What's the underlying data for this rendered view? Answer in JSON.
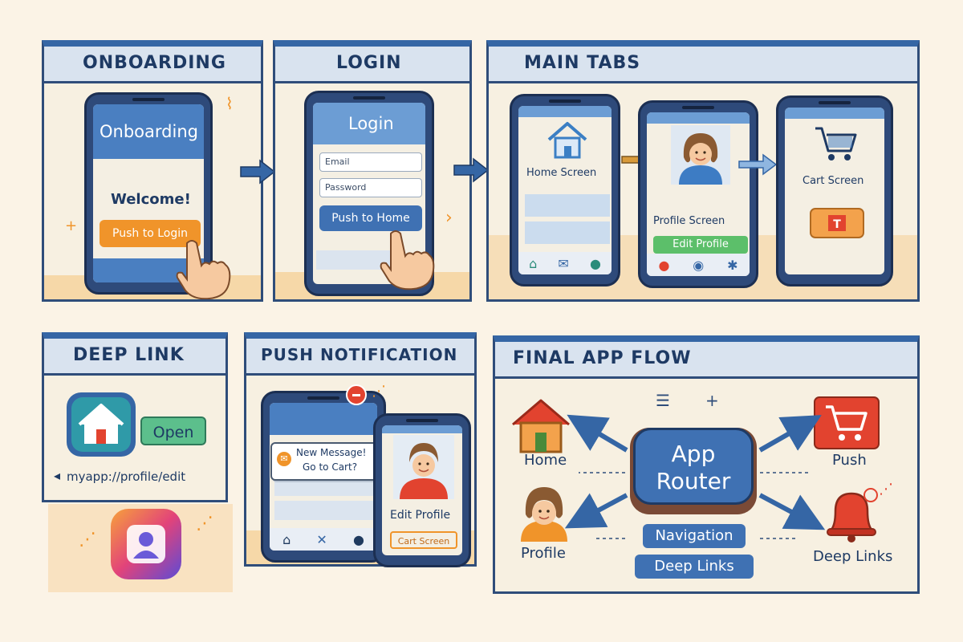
{
  "panels": {
    "onboarding": {
      "title": "ONBOARDING",
      "screen_title": "Onboarding",
      "welcome": "Welcome!",
      "button": "Push to Login"
    },
    "login": {
      "title": "LOGIN",
      "screen_title": "Login",
      "email_placeholder": "Email",
      "password_placeholder": "Password",
      "button": "Push to Home"
    },
    "main_tabs": {
      "title": "MAIN TABS",
      "home_label": "Home Screen",
      "profile_label": "Profile Screen",
      "profile_button": "Edit Profile",
      "cart_label": "Cart Screen"
    },
    "deep_link": {
      "title": "DEEP LINK",
      "open_label": "Open",
      "url": "myapp://profile/edit"
    },
    "push_notification": {
      "title": "PUSH NOTIFICATION",
      "notification_line1": "New Message!",
      "notification_line2": "Go to Cart?",
      "edit_profile_label": "Edit Profile",
      "cart_button": "Cart Screen"
    },
    "final_flow": {
      "title": "FINAL APP FLOW",
      "router_line1": "App",
      "router_line2": "Router",
      "home": "Home",
      "profile": "Profile",
      "push": "Push",
      "deep_links_node": "Deep Links",
      "navigation_tag": "Navigation",
      "deep_links_tag": "Deep Links"
    }
  },
  "colors": {
    "navy": "#2f4d7a",
    "header_blue": "#3566a5",
    "screen_blue": "#4a7fc1",
    "orange": "#f0942a",
    "green": "#5cbf6a",
    "red": "#e2432f",
    "background": "#fbf3e6"
  },
  "icons": {
    "home": "house-icon",
    "cart": "cart-icon",
    "profile": "avatar-icon",
    "bell": "bell-icon",
    "mail": "mail-icon"
  }
}
